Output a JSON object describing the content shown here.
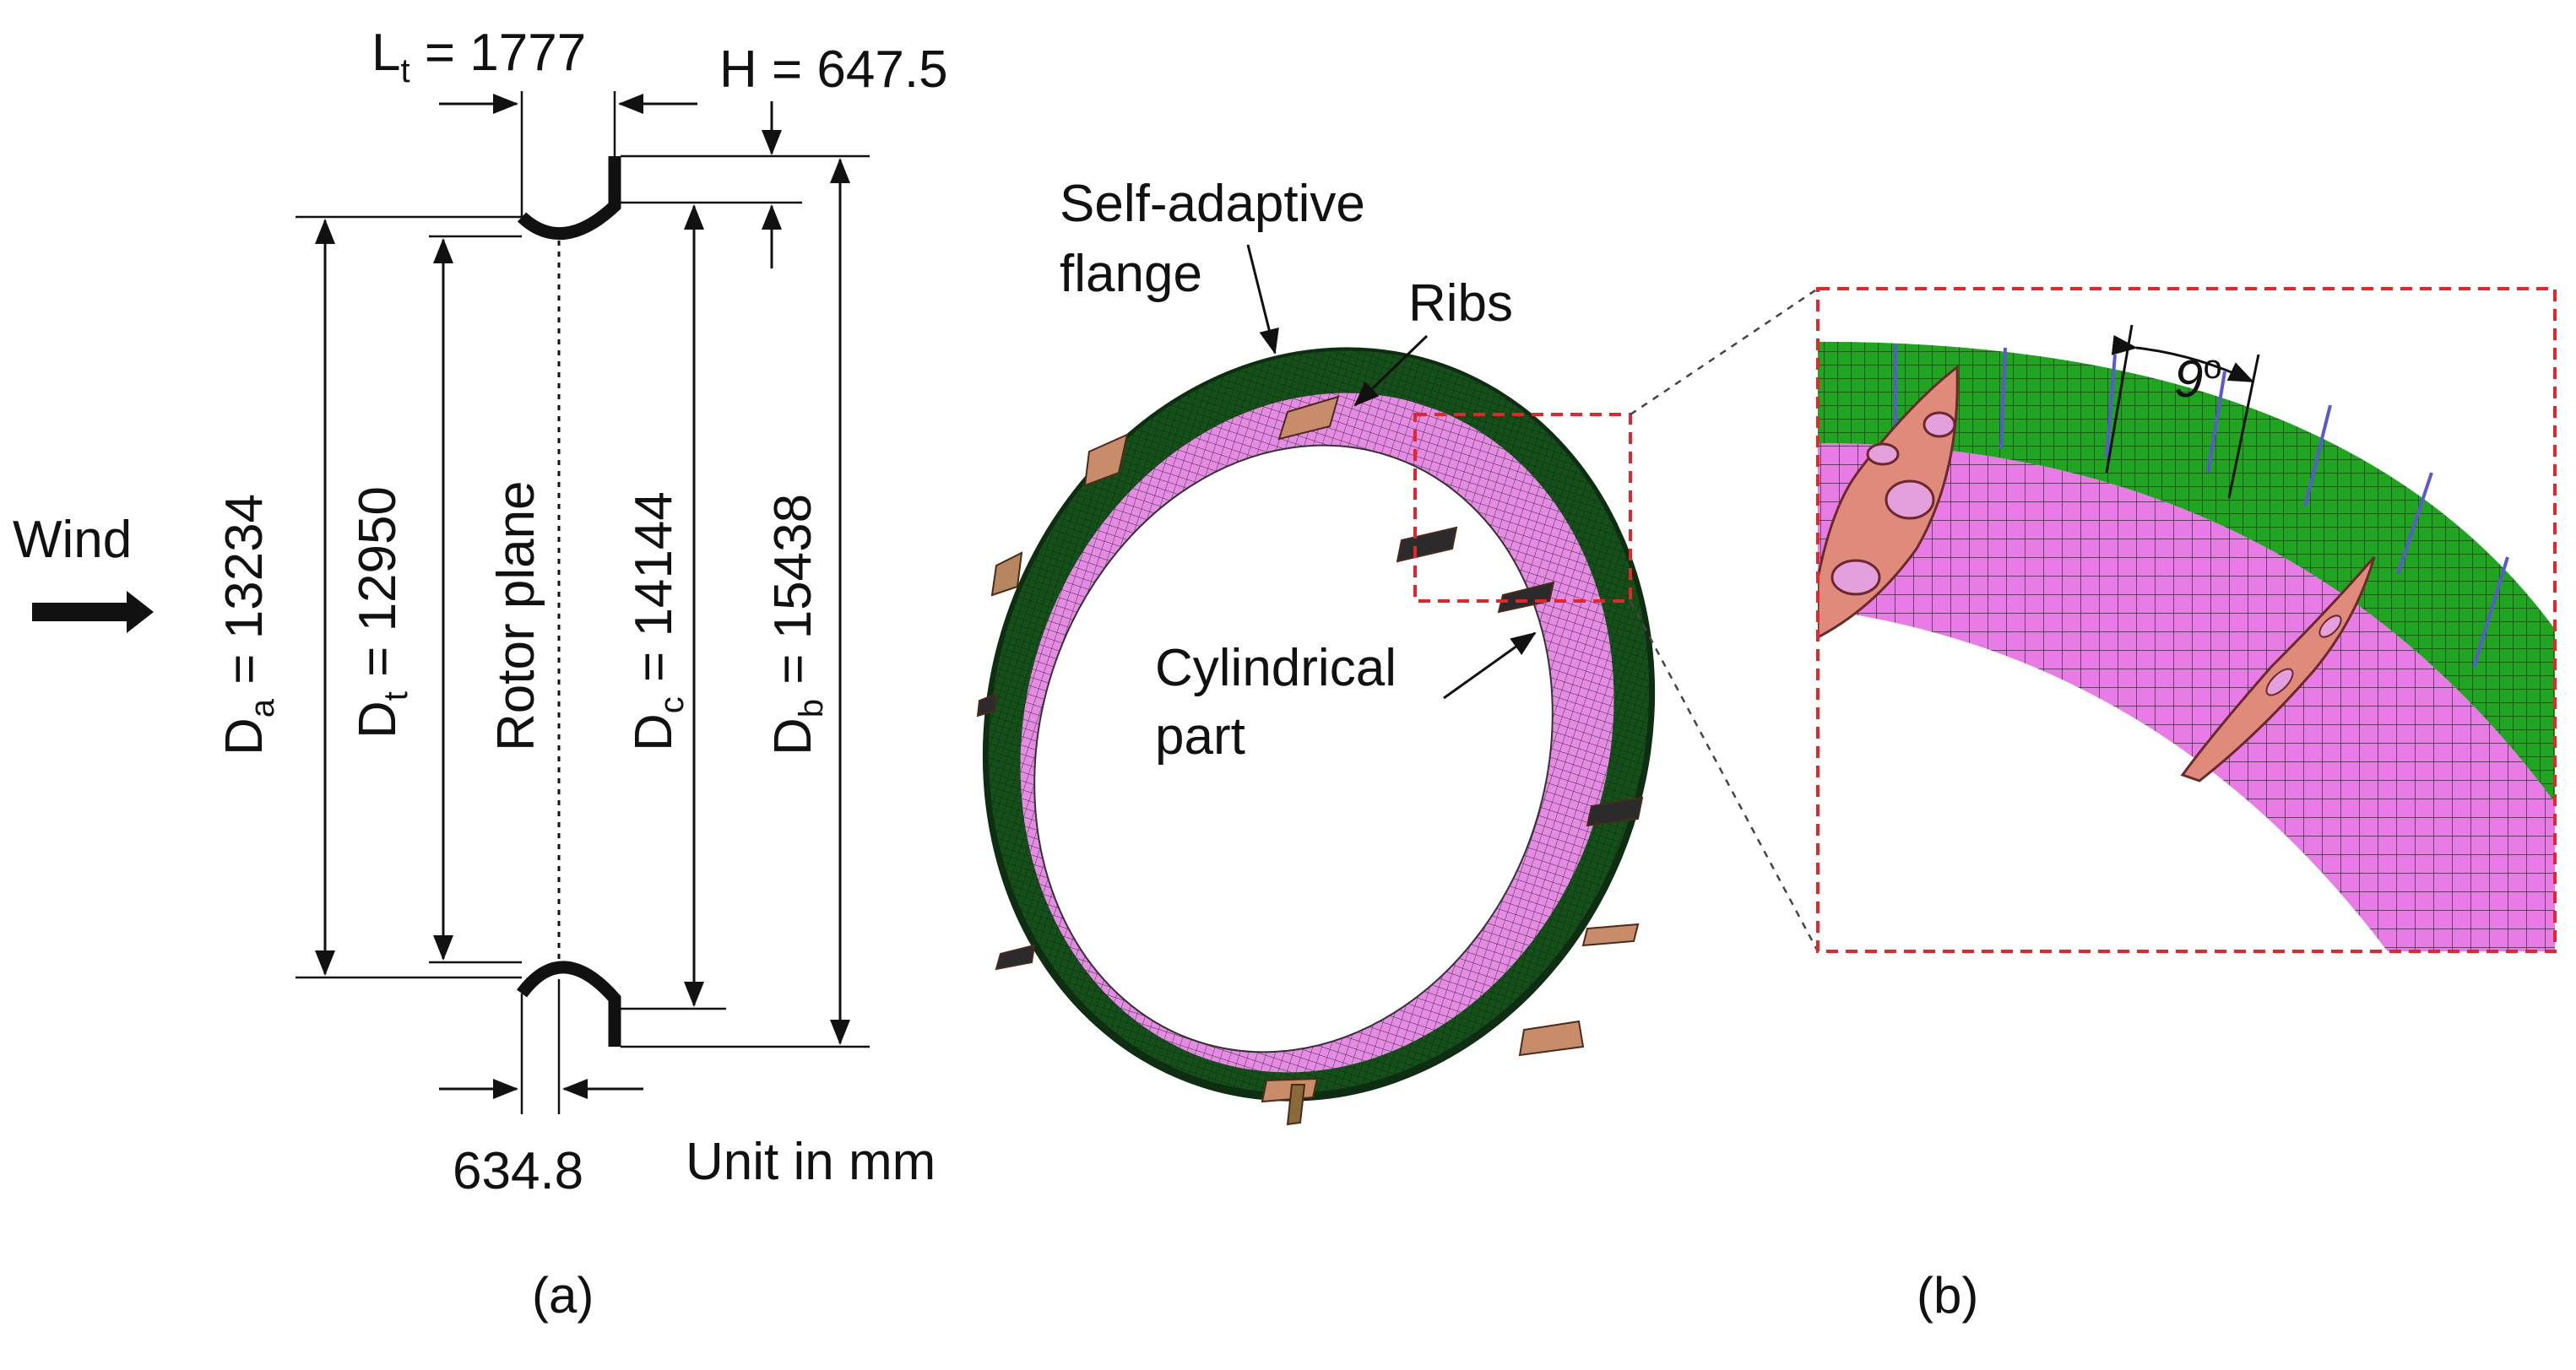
{
  "panel_a": {
    "wind_label": "Wind",
    "Lt": {
      "sym": "L",
      "sub": "t",
      "value": " = 1777"
    },
    "H_label": "H = 647.5",
    "Da": {
      "sym": "D",
      "sub": "a",
      "value": " = 13234"
    },
    "Dt": {
      "sym": "D",
      "sub": "t",
      "value": " = 12950"
    },
    "rotor_plane": "Rotor plane",
    "Dc": {
      "sym": "D",
      "sub": "c",
      "value": " = 14144"
    },
    "Db": {
      "sym": "D",
      "sub": "b",
      "value": " = 15438"
    },
    "bottom_dim": "634.8",
    "unit_note": "Unit in mm",
    "caption": "(a)"
  },
  "panel_b": {
    "flange_label_line1": "Self-adaptive",
    "flange_label_line2": "flange",
    "ribs_label": "Ribs",
    "cyl_label_line1": "Cylindrical",
    "cyl_label_line2": "part",
    "angle_label": "9",
    "angle_sup": "o",
    "caption": "(b)"
  },
  "colors": {
    "cylinder": "#e87be6",
    "flange": "#1fa51f",
    "flange_dark": "#0e3c10",
    "rib": "#d98080",
    "mesh_line": "#2a2a2a",
    "callout_box": "#e8232a"
  }
}
